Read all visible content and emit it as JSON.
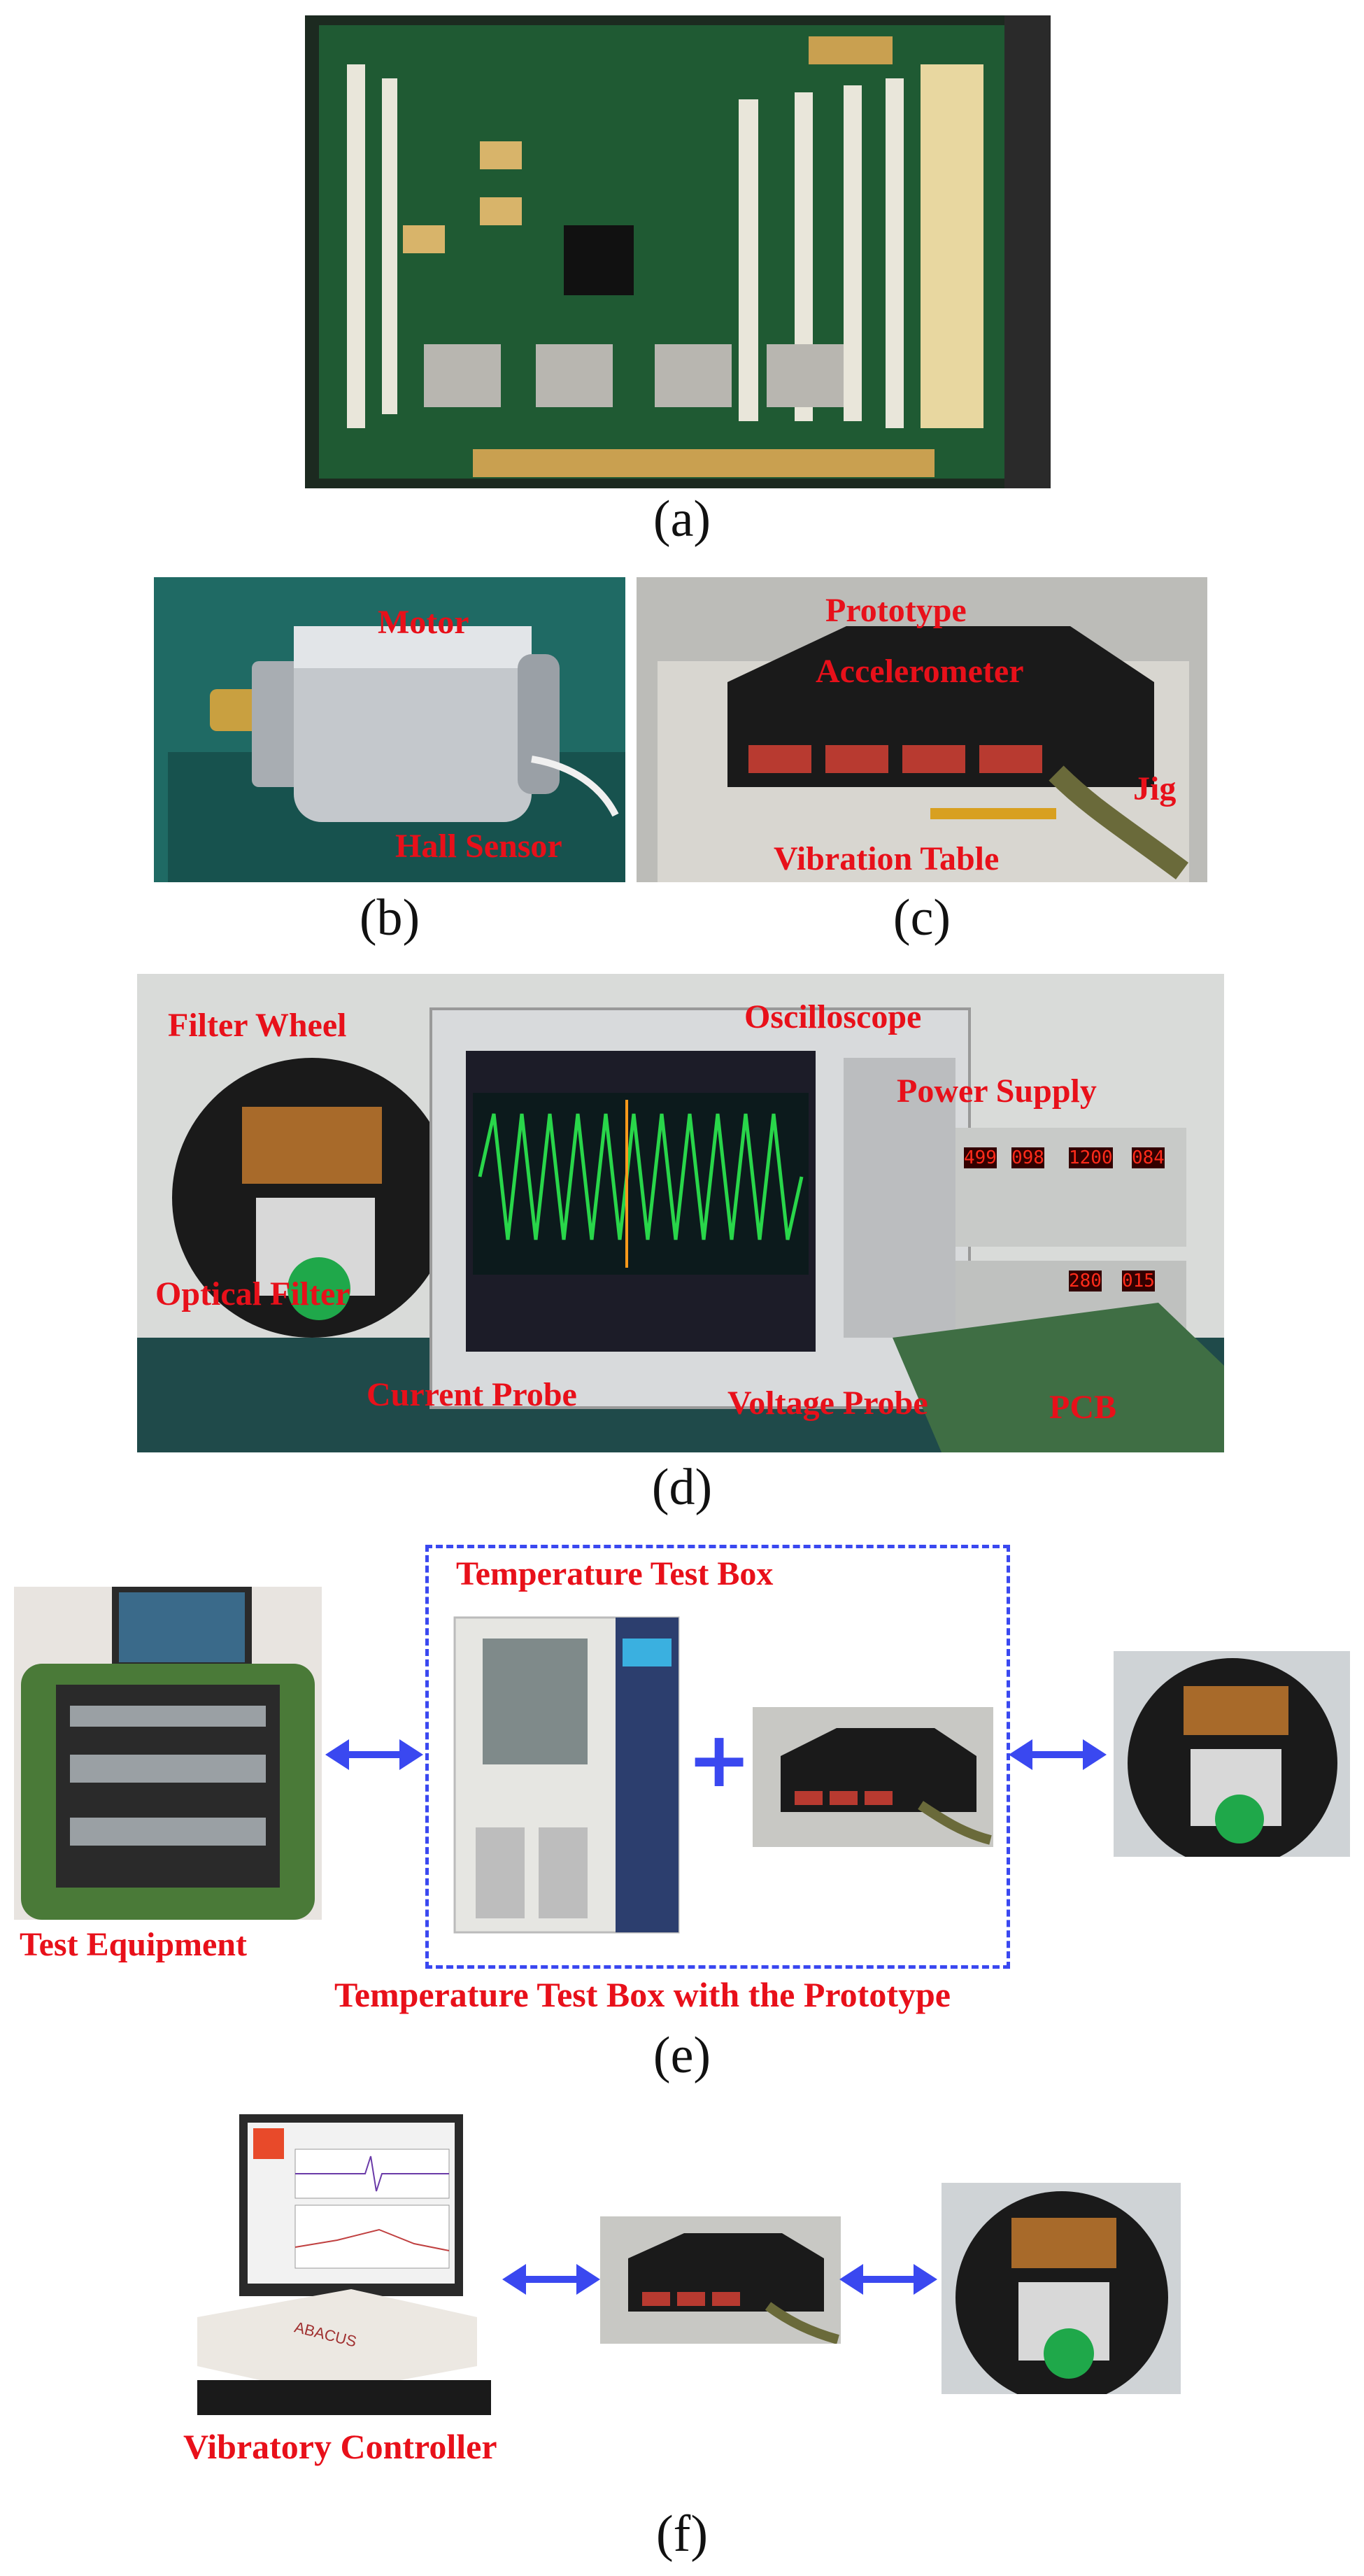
{
  "panel_a": {
    "caption": "(a)"
  },
  "panel_b": {
    "caption": "(b)",
    "labels": {
      "motor": "Motor",
      "hall": "Hall Sensor"
    }
  },
  "panel_c": {
    "caption": "(c)",
    "labels": {
      "prototype": "Prototype",
      "accelerometer": "Accelerometer",
      "jig": "Jig",
      "table": "Vibration Table"
    }
  },
  "panel_d": {
    "caption": "(d)",
    "labels": {
      "filter_wheel": "Filter Wheel",
      "oscilloscope": "Oscilloscope",
      "power_supply": "Power Supply",
      "optical_filter": "Optical Filter",
      "current_probe": "Current Probe",
      "voltage_probe": "Voltage Probe",
      "pcb": "PCB"
    },
    "supply_readouts": [
      "499",
      "098",
      "1200",
      "084",
      "280",
      "015"
    ]
  },
  "panel_e": {
    "caption": "(e)",
    "labels": {
      "box_title": "Temperature Test Box",
      "test_equipment": "Test Equipment",
      "box_with_prototype": "Temperature Test Box with the Prototype",
      "plus": "+"
    }
  },
  "panel_f": {
    "caption": "(f)",
    "labels": {
      "controller": "Vibratory Controller",
      "brand": "ABACUS"
    }
  },
  "colors": {
    "label_red": "#e8101a",
    "arrow_blue": "#3a48f0",
    "dashed_box": "#3a48f0"
  }
}
